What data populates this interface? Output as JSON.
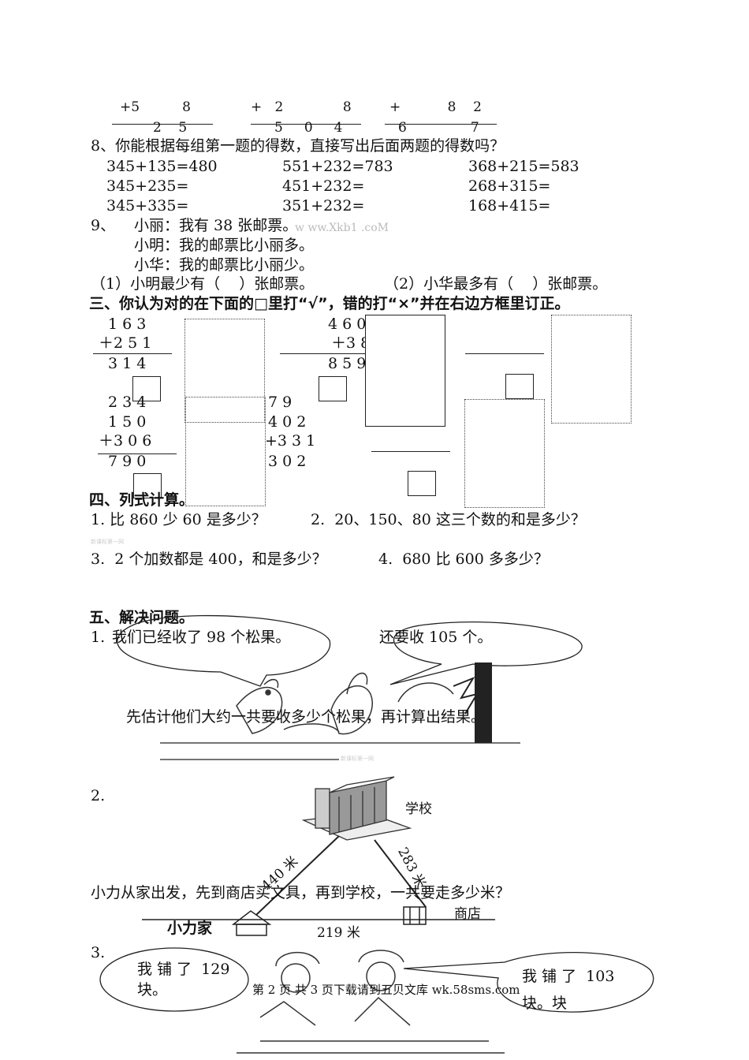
{
  "top_vertical": {
    "a_top": "+5          8",
    "a_bottom": "2    5",
    "b_top": "+   2              8",
    "b_bottom": "5     0     4",
    "c_top": "+           8    2",
    "c_bottom": "6               7"
  },
  "q8": {
    "title": "8、你能根据每组第一题的得数，直接写出后面两题的得数吗？",
    "col1": [
      "345+135=480",
      "345+235=",
      "345+335="
    ],
    "col2": [
      "551+232=783",
      "451+232=",
      "351+232="
    ],
    "col3": [
      "368+215=583",
      "268+315=",
      "168+415="
    ]
  },
  "q9": {
    "num": "9、",
    "line1": "小丽：我有 38 张邮票。",
    "watermark": "w ww.Xkb1 .coM",
    "line2": "小明：我的邮票比小丽多。",
    "line3": "小华：我的邮票比小丽少。",
    "sub1": "（1）小明最少有（    ）张邮票。",
    "sub2": "（2）小华最多有（    ）张邮票。"
  },
  "section3": {
    "title": "三、你认为对的在下面的□里打“√”，错的打“×”并在右边方框里订正。",
    "p1": [
      "1 6 3",
      "＋2 5 1",
      "3 1 4"
    ],
    "p2": [
      "4 6 0",
      "＋3 8",
      "8 5 9"
    ],
    "p3": [
      "2 3 4",
      "1 5 0",
      "＋3 0 6",
      "7 9 0"
    ],
    "p4": [
      "7 9",
      "4 0 2",
      "+3 3 1",
      "3 0 2"
    ]
  },
  "section4": {
    "title": "四、列式计算。",
    "q1": "1. 比 860 少 60 是多少？",
    "q2": "2.  20、150、80 这三个数的和是多少？",
    "q3": "3.  2 个加数都是 400，和是多少？",
    "q4": "4.  680 比 600 多多少？",
    "tiny": "新课标第一网"
  },
  "section5": {
    "title": "五、解决问题。",
    "p1_num": "1.",
    "bubble1": "我们已经收了 98 个松果。",
    "bubble2": "还要收 105 个。",
    "p1_question": "先估计他们大约一共要收多少个松果，再计算出结果。",
    "p1_tiny": "新课标第一网",
    "p2_num": "2.",
    "school_label": "学校",
    "dist_440": "440 米",
    "dist_283": "283 米",
    "p2_question": "小力从家出发，先到商店买文具，再到学校，一共要走多少米？",
    "home_label": "小力家",
    "shop_label": "商店",
    "dist_219": "219 米",
    "p3_num": "3.",
    "bubble3_a": "我 铺 了  129",
    "bubble3_b": "块。",
    "bubble4_a": "我 铺 了  103",
    "bubble4_b": "块。块",
    "footer": "第 2 页 共 3 页下载请到五贝文库 wk.58sms.com"
  }
}
